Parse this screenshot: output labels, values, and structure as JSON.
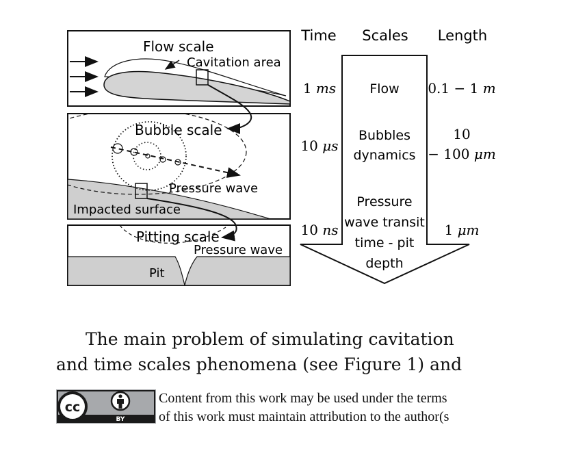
{
  "figure": {
    "headers": {
      "time": "Time",
      "scales": "Scales",
      "length": "Length"
    },
    "flow_panel": {
      "title": "Flow scale",
      "cavitation_label": "Cavitation area"
    },
    "bubble_panel": {
      "title": "Bubble scale",
      "pressure_wave": "Pressure wave",
      "impacted_surface": "Impacted surface"
    },
    "pitting_panel": {
      "title": "Pitting scale",
      "pressure_wave": "Pressure wave",
      "pit": "Pit"
    },
    "rows": [
      {
        "time_num": "1",
        "time_unit": "ms",
        "scale": [
          "Flow"
        ],
        "length_lines": [
          [
            "0.1 − 1 ",
            "m"
          ]
        ]
      },
      {
        "time_num": "10",
        "time_unit": "μs",
        "scale": [
          "Bubbles",
          "dynamics"
        ],
        "length_lines": [
          [
            "10",
            ""
          ],
          [
            "− 100 ",
            "μm"
          ]
        ]
      },
      {
        "time_num": "10",
        "time_unit": "ns",
        "scale": [
          "Pressure",
          "wave transit",
          "time - pit",
          "depth"
        ],
        "length_lines": [
          [
            "1 ",
            "μm"
          ]
        ]
      }
    ]
  },
  "text": {
    "paragraph_line1": "The main problem of simulating cavitation",
    "paragraph_line2": "and time scales phenomena (see Figure 1) and"
  },
  "license": {
    "badge_cc": "cc",
    "badge_by": "BY",
    "line1": "Content from this work may be used under the terms",
    "line2": "of this work must maintain attribution to the author(s"
  },
  "colors": {
    "ink": "#111111",
    "gray_fill": "#cfcfcf",
    "badge_bg": "#1a1a1a",
    "badge_light": "#a7a9ac"
  },
  "icons": {
    "cc": "creative-commons-icon",
    "by": "attribution-person-icon"
  }
}
